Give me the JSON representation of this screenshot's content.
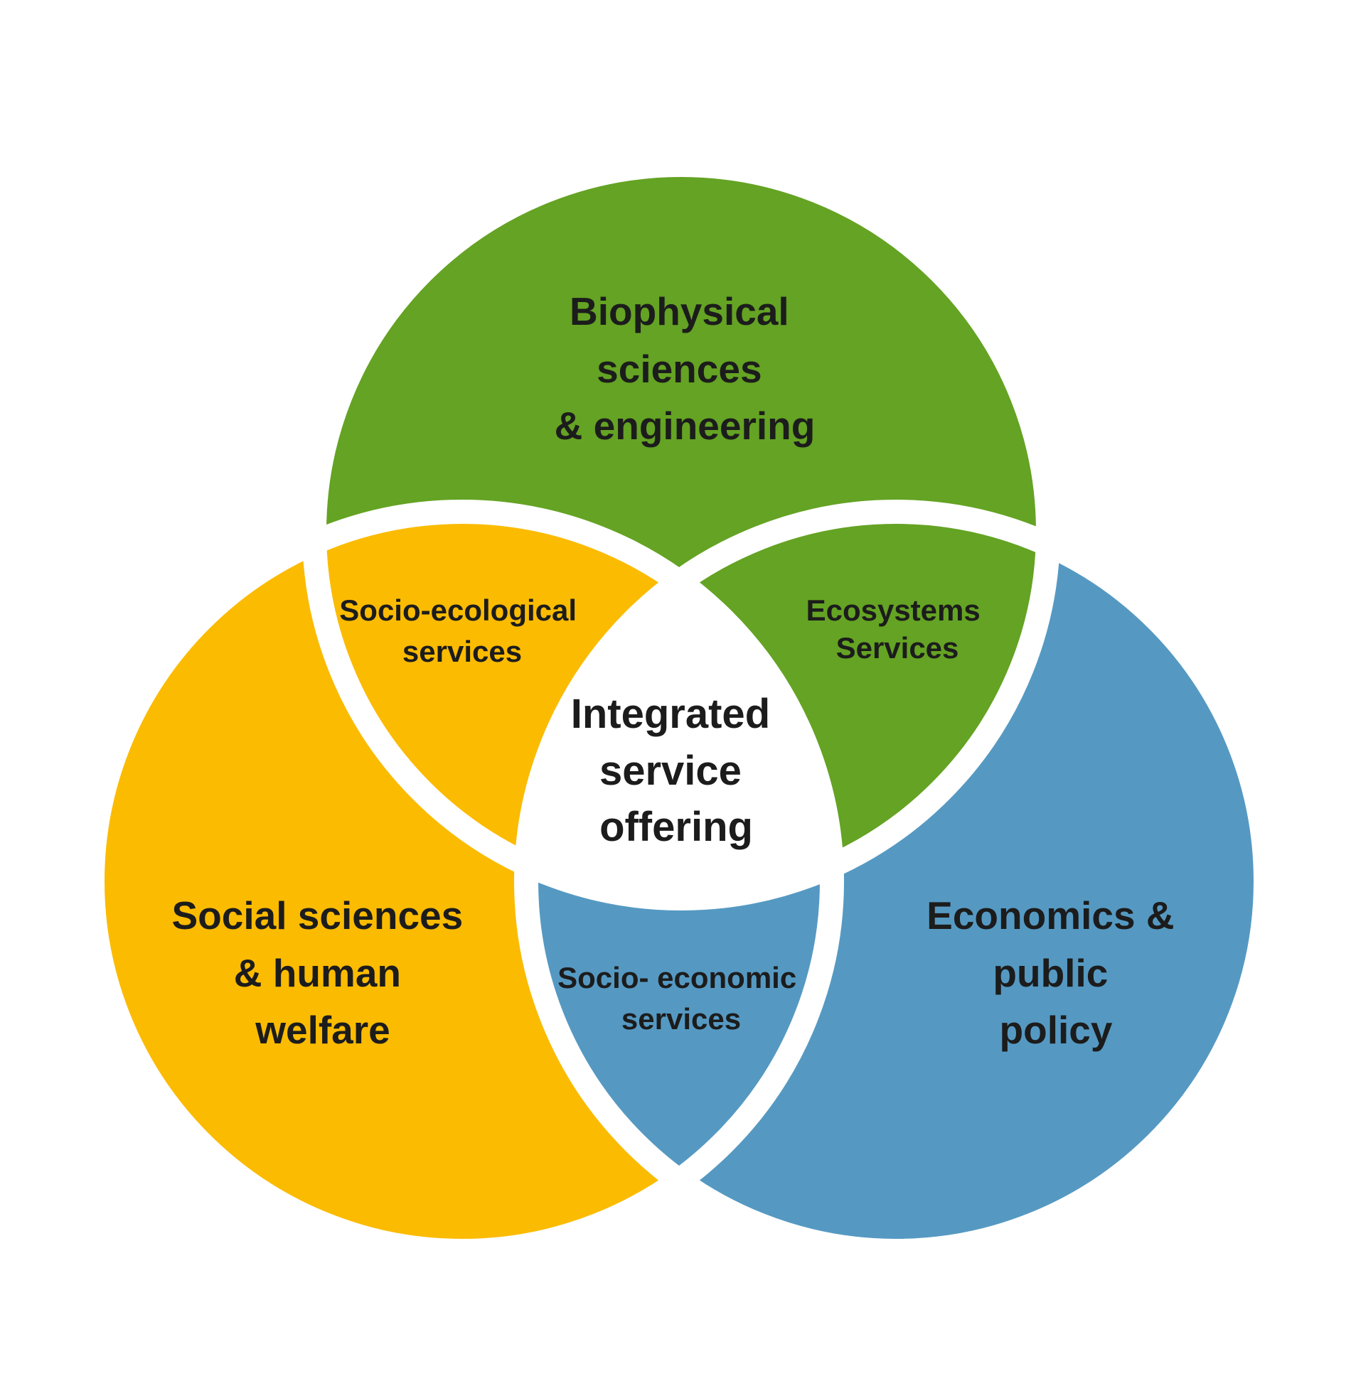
{
  "colors": {
    "green": "#64A323",
    "yellow": "#FBBB00",
    "blue": "#5599C2",
    "center": "#FFFFFF",
    "separator": "#FFFFFF",
    "text": "#1C1C1C"
  },
  "circles": {
    "biophysical": {
      "lines": [
        "Biophysical",
        "sciences",
        "& engineering"
      ]
    },
    "social": {
      "lines": [
        "Social sciences",
        "& human",
        "welfare"
      ]
    },
    "economics": {
      "lines": [
        "Economics &",
        "public",
        "policy"
      ]
    }
  },
  "intersections": {
    "socio_ecological": {
      "lines": [
        "Socio-ecological",
        "services"
      ]
    },
    "ecosystems": {
      "lines": [
        "Ecosystems",
        "Services"
      ]
    },
    "socio_economic": {
      "lines": [
        "Socio- economic",
        "services"
      ]
    },
    "center": {
      "lines": [
        "Integrated",
        "service",
        "offering"
      ]
    }
  }
}
